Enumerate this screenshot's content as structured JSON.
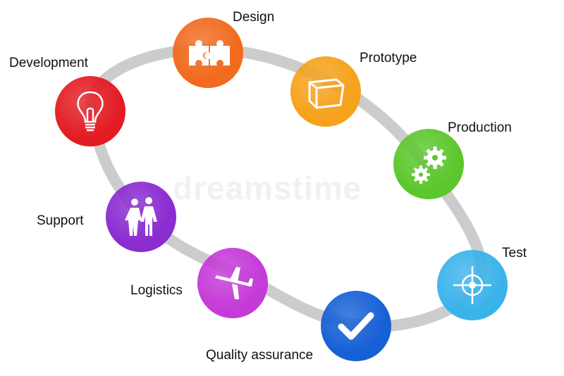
{
  "diagram": {
    "stages": [
      {
        "label": "Design",
        "icon": "puzzle-icon",
        "color": "#f26a1e"
      },
      {
        "label": "Prototype",
        "icon": "box-icon",
        "color": "#f6a21c"
      },
      {
        "label": "Production",
        "icon": "gears-icon",
        "color": "#5cc72c"
      },
      {
        "label": "Test",
        "icon": "crosshair-icon",
        "color": "#3ab3ea"
      },
      {
        "label": "Quality assurance",
        "icon": "checkmark-icon",
        "color": "#1660d6"
      },
      {
        "label": "Logistics",
        "icon": "airplane-icon",
        "color": "#c53ad8"
      },
      {
        "label": "Support",
        "icon": "people-icon",
        "color": "#8a2cd0"
      },
      {
        "label": "Development",
        "icon": "lightbulb-icon",
        "color": "#e31c24"
      }
    ],
    "loop_color": "#cccccc",
    "watermark": "dreamstime"
  }
}
